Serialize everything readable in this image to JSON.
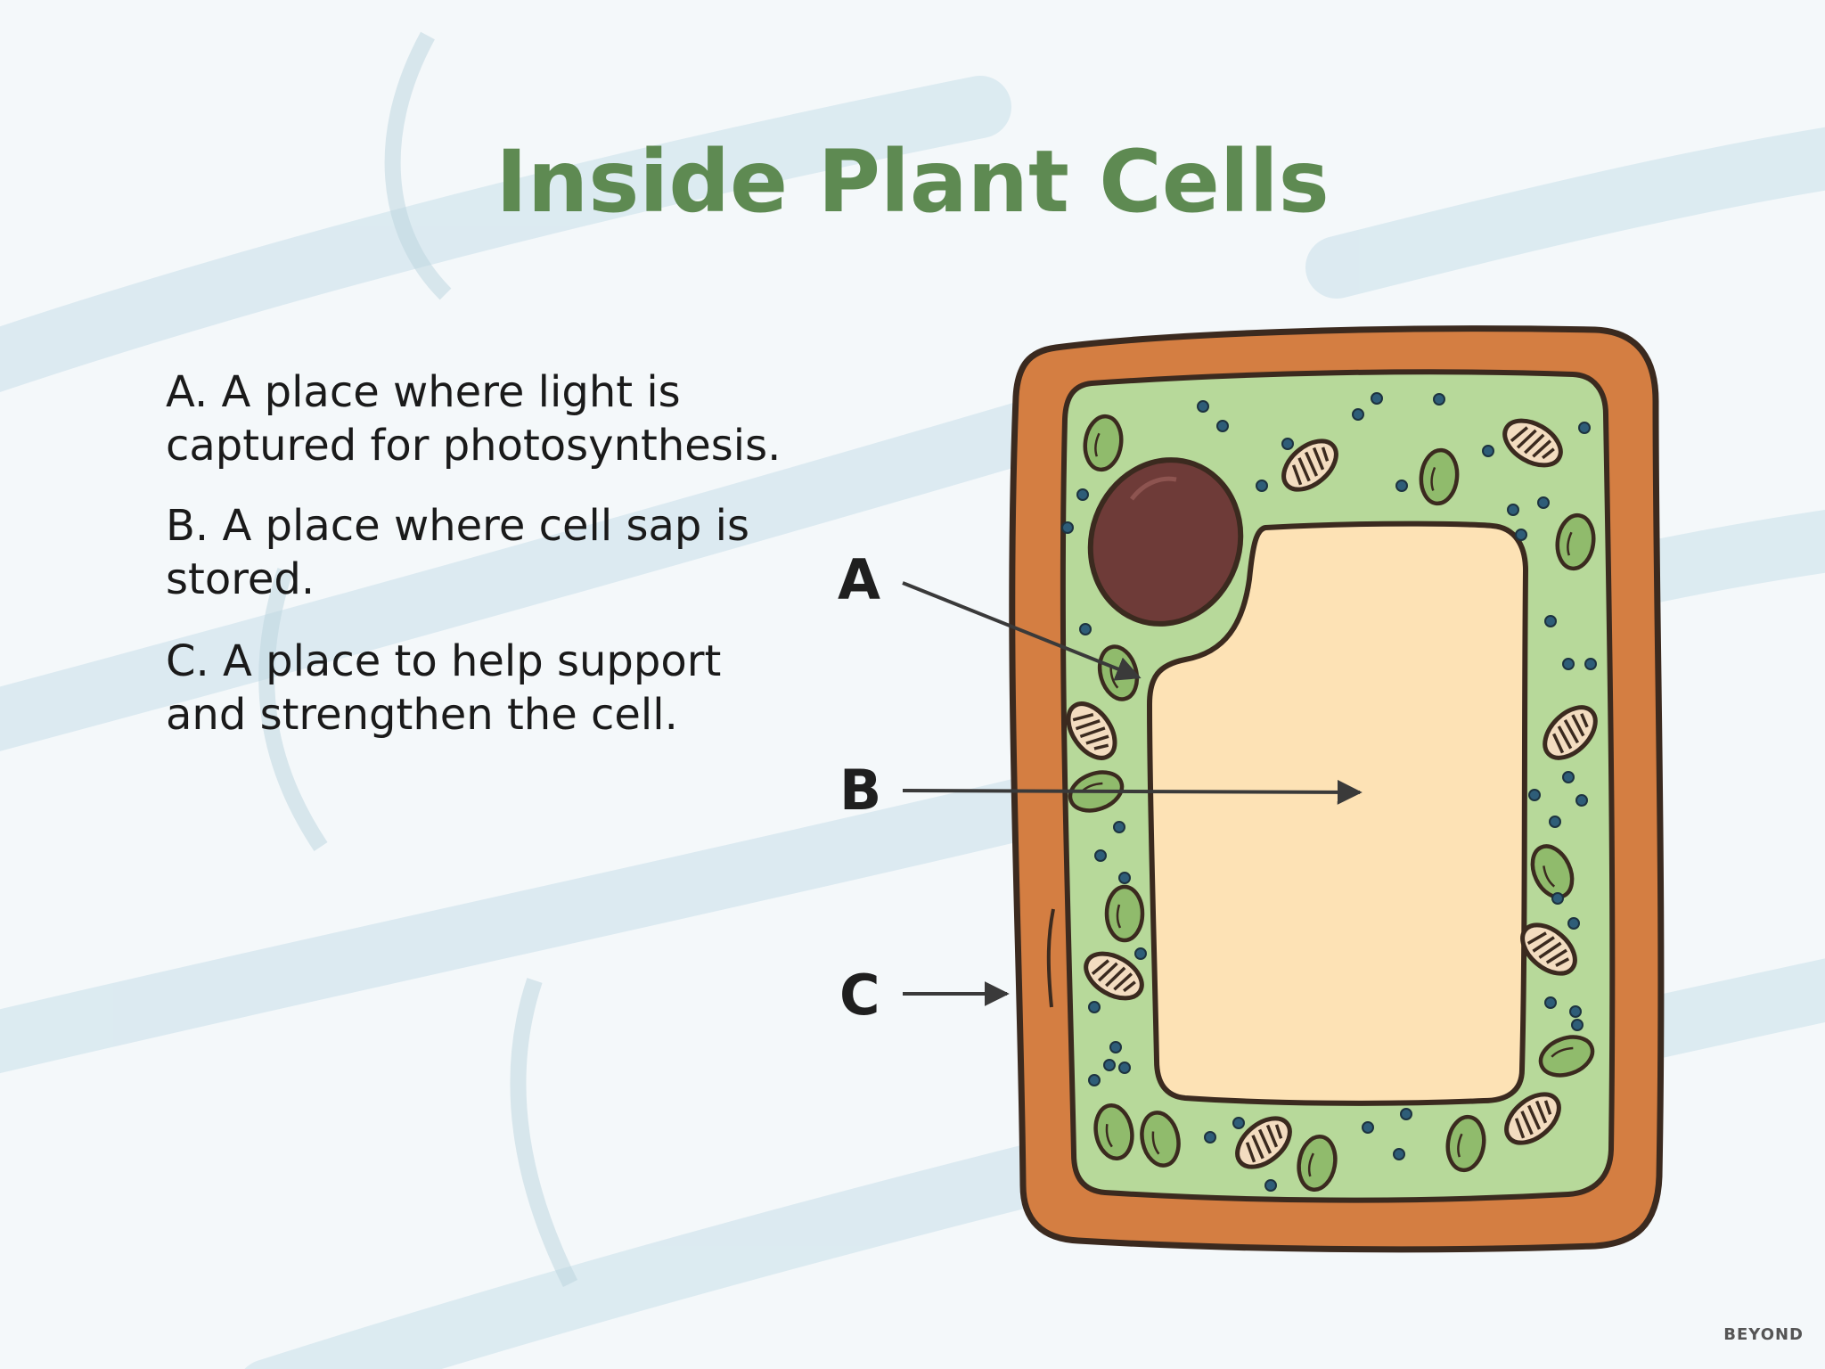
{
  "title": "Inside Plant Cells",
  "descriptions": [
    {
      "text": "A. A place where light is captured for photosynthesis."
    },
    {
      "text": "B. A place where cell sap is stored."
    },
    {
      "text": "C. A place to help support and strengthen the cell."
    }
  ],
  "labels": [
    "A",
    "B",
    "C"
  ],
  "brand": "BEYOND",
  "colors": {
    "title": "#5e8a52",
    "cell_wall": "#d47e42",
    "cytoplasm": "#b7d99a",
    "vacuole": "#fde2b5",
    "nucleus": "#6e3b38",
    "chloroplast": "#90bb6c",
    "outline": "#3b2a1f"
  }
}
